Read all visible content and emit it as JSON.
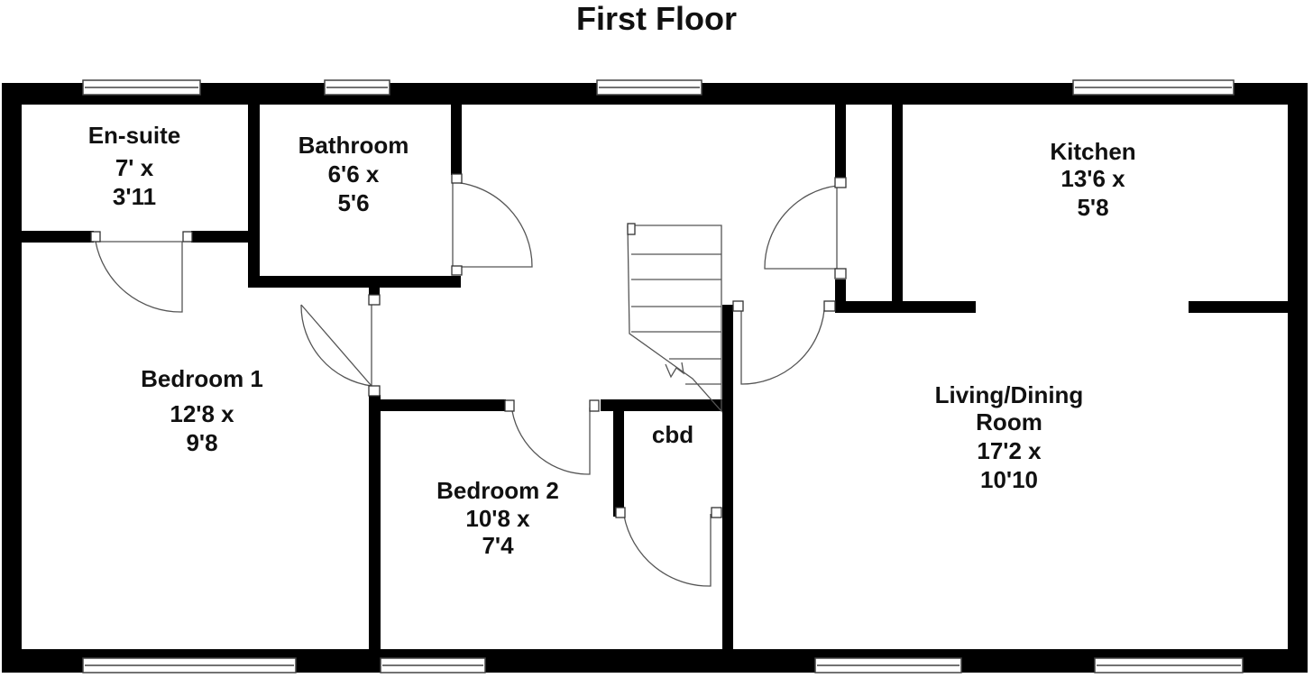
{
  "title": "First Floor",
  "rooms": {
    "ensuite": {
      "name": "En-suite",
      "dim1": "7' x",
      "dim2": "3'11"
    },
    "bathroom": {
      "name": "Bathroom",
      "dim1": "6'6 x",
      "dim2": "5'6"
    },
    "kitchen": {
      "name": "Kitchen",
      "dim1": "13'6 x",
      "dim2": "5'8"
    },
    "bedroom1": {
      "name": "Bedroom 1",
      "dim1": "12'8 x",
      "dim2": "9'8"
    },
    "bedroom2": {
      "name": "Bedroom 2",
      "dim1": "10'8 x",
      "dim2": "7'4"
    },
    "cupboard": {
      "name": "cbd"
    },
    "living": {
      "name1": "Living/Dining",
      "name2": "Room",
      "dim1": "17'2 x",
      "dim2": "10'10"
    }
  }
}
